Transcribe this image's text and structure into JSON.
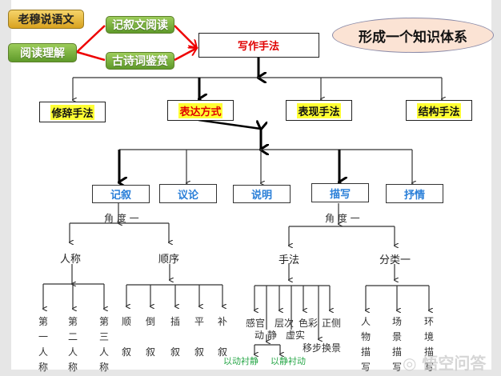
{
  "top": {
    "brand": "老穆说语文",
    "reading": "阅读理解",
    "narrative_reading": "记叙文阅读",
    "poetry_appreciation": "古诗词鉴赏",
    "writing_technique": "写作手法",
    "system": "形成一个知识体系"
  },
  "level2": [
    "修辞手法",
    "表达方式",
    "表现手法",
    "结构手法"
  ],
  "level3": [
    "记叙",
    "议论",
    "说明",
    "描写",
    "抒情"
  ],
  "angle_label": "角 度 一",
  "narrative_branch": {
    "person": "人称",
    "order": "顺序",
    "persons": [
      "第一人称",
      "第二人称",
      "第三人称"
    ],
    "orders": [
      "顺叙",
      "倒叙",
      "插叙",
      "平叙",
      "补叙"
    ]
  },
  "description_branch": {
    "technique": "手法",
    "classification": "分类一",
    "techniques": [
      "感官",
      "层次",
      "色彩",
      "正侧"
    ],
    "dynamic_static": "动 静",
    "virtual_real": "虚实",
    "moving_scene": "移步换景",
    "contrast": [
      "以动衬静",
      "以静衬动"
    ],
    "categories": [
      "人物描写",
      "场景描写",
      "环境描写"
    ]
  },
  "watermark": "悟空问答"
}
